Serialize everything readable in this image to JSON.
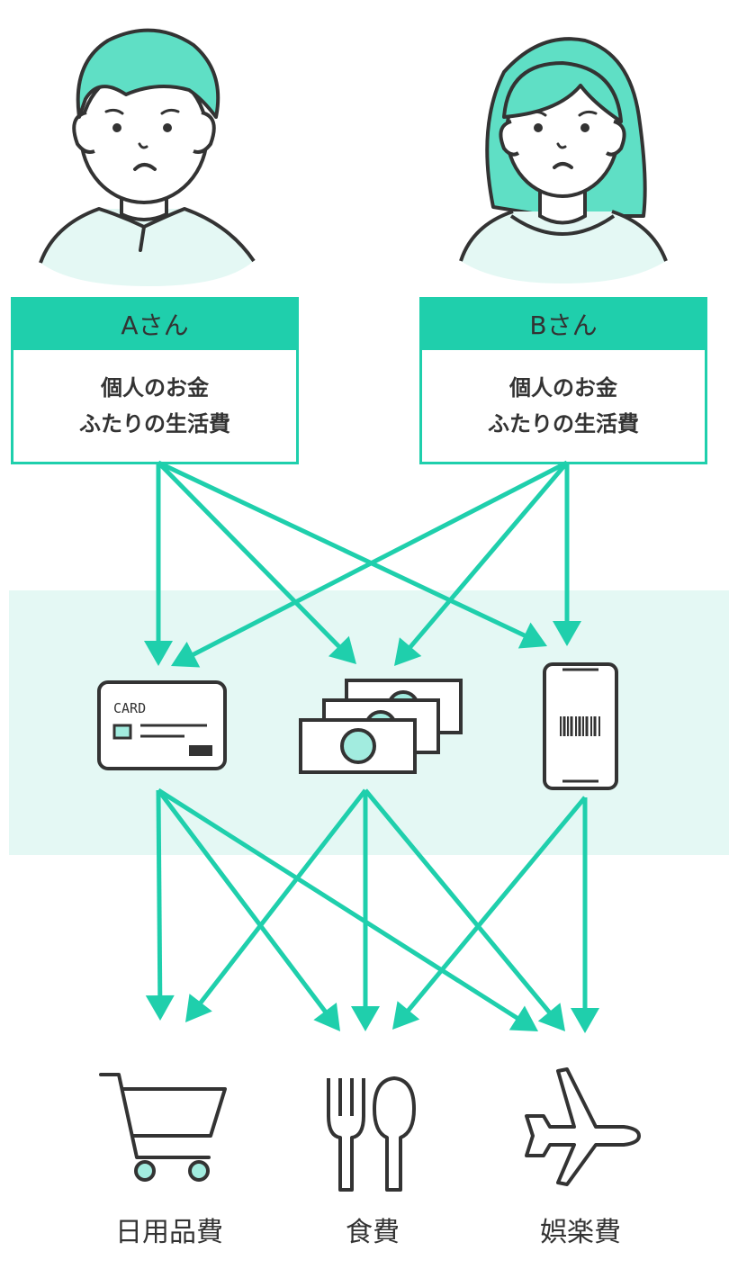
{
  "persons": [
    {
      "name": "Aさん",
      "line1": "個人のお金",
      "line2": "ふたりの生活費"
    },
    {
      "name": "Bさん",
      "line1": "個人のお金",
      "line2": "ふたりの生活費"
    }
  ],
  "payment_methods": [
    {
      "icon": "credit-card-icon",
      "text": "CARD"
    },
    {
      "icon": "cash-bills-icon"
    },
    {
      "icon": "smartphone-barcode-icon"
    }
  ],
  "categories": [
    {
      "icon": "shopping-cart-icon",
      "label": "日用品費"
    },
    {
      "icon": "fork-spoon-icon",
      "label": "食費"
    },
    {
      "icon": "airplane-icon",
      "label": "娯楽費"
    }
  ],
  "colors": {
    "accent": "#1fcfac",
    "band": "#e4f8f4",
    "light": "#a2ecdf",
    "line": "#333333"
  }
}
